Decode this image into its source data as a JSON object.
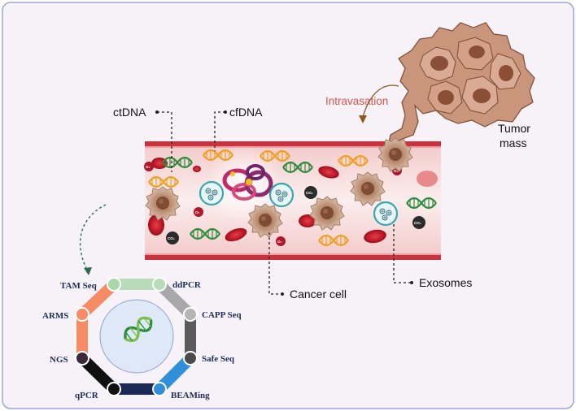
{
  "labels": {
    "ctdna": "ctDNA",
    "cfdna": "cfDNA",
    "intravasation": "Intravasation",
    "tumor_line1": "Tumor",
    "tumor_line2": "mass",
    "cancer_cell": "Cancer cell",
    "exosomes": "Exosomes"
  },
  "gases": {
    "o2": "O₂",
    "co2": "CO₂"
  },
  "techniques": [
    "TAM Seq",
    "ddPCR",
    "CAPP Seq",
    "Safe Seq",
    "BEAMing",
    "qPCR",
    "NGS",
    "ARMS"
  ],
  "colors": {
    "panel_bg": "#f6f2f8",
    "panel_border": "#9aa6d8",
    "vessel": "#f6dada",
    "vessel_wall": "#c8333d",
    "rbc": "#c01a27",
    "tumor": "#c98b6f",
    "dna_orange": "#f0a020",
    "dna_green": "#2e8c3e",
    "tech_text": "#1f2d5c",
    "intravasation": "#d9534f"
  },
  "ring_segment_colors": [
    "#b8dcb8",
    "#a8a8a8",
    "#5a5a5a",
    "#2f8fd8",
    "#1a2a55",
    "#101010",
    "#f58c66"
  ],
  "icons": [
    "dna-helix-icon",
    "red-blood-cell-icon",
    "exosome-icon",
    "cancer-cell-icon",
    "tumor-cell-icon",
    "arrow-icon"
  ]
}
